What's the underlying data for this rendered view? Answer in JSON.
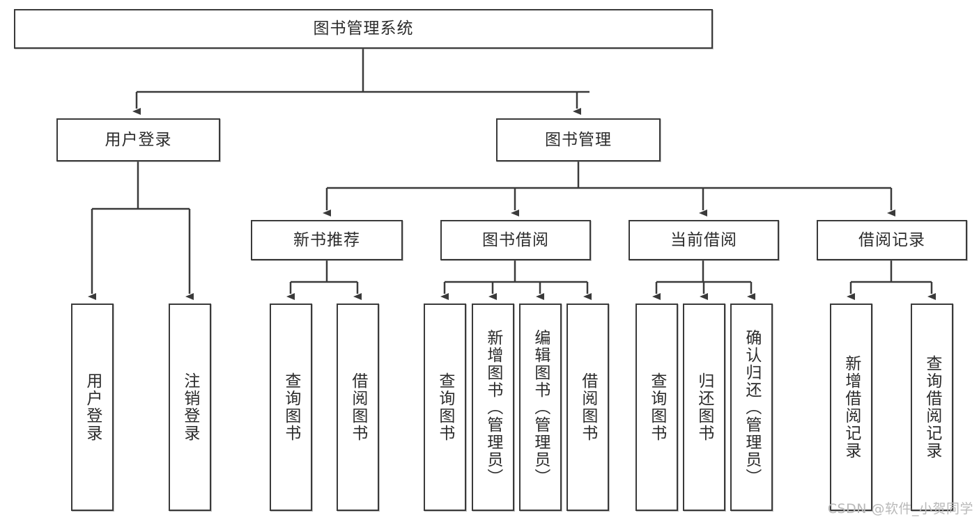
{
  "diagram": {
    "title": "图书管理系统",
    "watermark": "CSDN @软件_小贺同学",
    "accent_color": "#3a3a3a",
    "background_color": "#ffffff",
    "text_color": "#2b2b2b",
    "nodes": {
      "root": "图书管理系统",
      "user_login": "用户登录",
      "book_manage": "图书管理",
      "new_book_rec": "新书推荐",
      "book_borrow": "图书借阅",
      "current_borrow": "当前借阅",
      "borrow_record": "借阅记录",
      "leaf_user_login": "用户登录",
      "leaf_logout": "注销登录",
      "leaf_query_book_1": "查询图书",
      "leaf_borrow_book_1": "借阅图书",
      "leaf_query_book_2": "查询图书",
      "leaf_add_book_admin": "新增图书（管理员）",
      "leaf_edit_book_admin": "编辑图书（管理员）",
      "leaf_borrow_book_2": "借阅图书",
      "leaf_query_book_3": "查询图书",
      "leaf_return_book": "归还图书",
      "leaf_confirm_return_admin": "确认归还（管理员）",
      "leaf_add_record": "新增借阅记录",
      "leaf_query_record": "查询借阅记录"
    },
    "levels": [
      {
        "level": 1,
        "labels": [
          "图书管理系统"
        ]
      },
      {
        "level": 2,
        "labels": [
          "用户登录",
          "图书管理"
        ]
      },
      {
        "level": 3,
        "labels": [
          "新书推荐",
          "图书借阅",
          "当前借阅",
          "借阅记录"
        ]
      },
      {
        "level": 4,
        "labels": [
          "用户登录",
          "注销登录",
          "查询图书",
          "借阅图书",
          "查询图书",
          "新增图书（管理员）",
          "编辑图书（管理员）",
          "借阅图书",
          "查询图书",
          "归还图书",
          "确认归还（管理员）",
          "新增借阅记录",
          "查询借阅记录"
        ]
      }
    ]
  }
}
